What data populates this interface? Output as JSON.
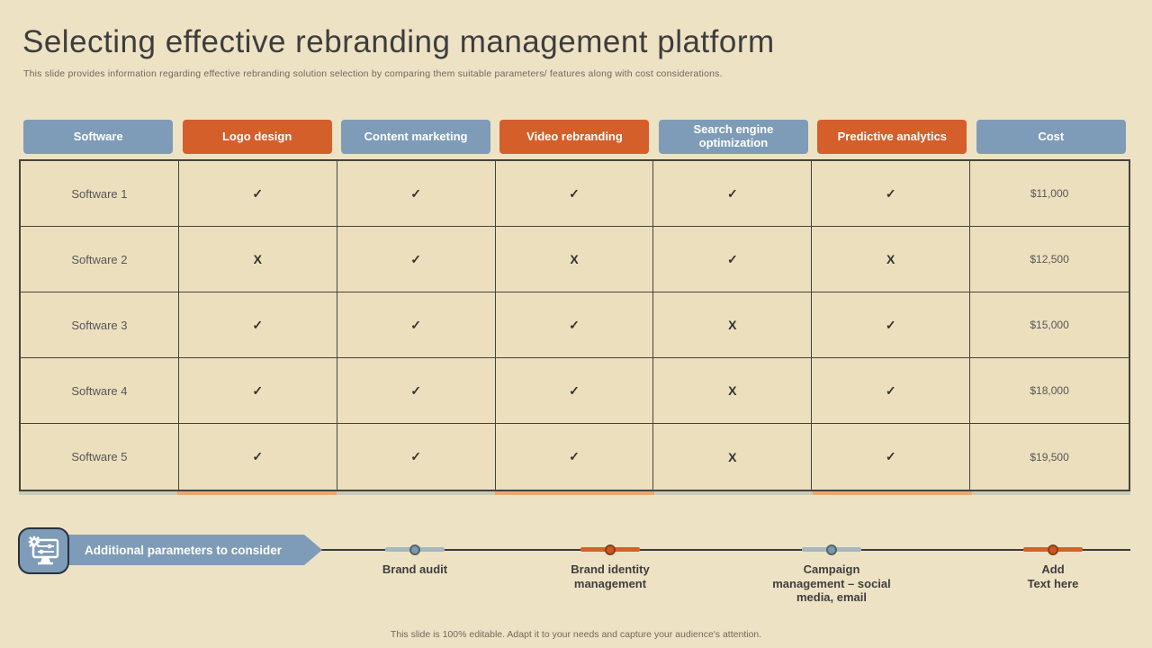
{
  "slide": {
    "title": "Selecting effective rebranding management platform",
    "subtitle": "This slide provides information regarding effective rebranding solution selection by comparing them suitable parameters/ features along with cost considerations.",
    "footer": "This slide is 100% editable. Adapt it to your needs and capture your audience's attention."
  },
  "colors": {
    "background": "#eee2c4",
    "blue_accent": "#7e9cb7",
    "orange_accent": "#d45f2b",
    "table_border": "#45443b",
    "text_dark": "#3d3d3d",
    "text_gray": "#565656"
  },
  "table": {
    "columns": [
      {
        "label": "Software",
        "color": "blue"
      },
      {
        "label": "Logo design",
        "color": "orange"
      },
      {
        "label": "Content marketing",
        "color": "blue"
      },
      {
        "label": "Video rebranding",
        "color": "orange"
      },
      {
        "label": "Search engine optimization",
        "color": "blue"
      },
      {
        "label": "Predictive analytics",
        "color": "orange"
      },
      {
        "label": "Cost",
        "color": "blue"
      }
    ],
    "rows": [
      {
        "name": "Software 1",
        "values": [
          "✓",
          "✓",
          "✓",
          "✓",
          "✓"
        ],
        "cost": "$11,000"
      },
      {
        "name": "Software 2",
        "values": [
          "X",
          "✓",
          "X",
          "✓",
          "X"
        ],
        "cost": "$12,500"
      },
      {
        "name": "Software 3",
        "values": [
          "✓",
          "✓",
          "✓",
          "X",
          "✓"
        ],
        "cost": "$15,000"
      },
      {
        "name": "Software 4",
        "values": [
          "✓",
          "✓",
          "✓",
          "X",
          "✓"
        ],
        "cost": "$18,000"
      },
      {
        "name": "Software 5",
        "values": [
          "✓",
          "✓",
          "✓",
          "X",
          "✓"
        ],
        "cost": "$19,500"
      }
    ]
  },
  "additional": {
    "banner_label": "Additional parameters to consider",
    "banner_icon": "settings-monitor-icon",
    "items": [
      {
        "label": "Brand audit",
        "color": "gray"
      },
      {
        "label": "Brand identity\nmanagement",
        "color": "orange"
      },
      {
        "label": "Campaign\nmanagement – social\nmedia, email",
        "color": "gray"
      },
      {
        "label": "Add\nText here",
        "color": "orange"
      }
    ]
  }
}
